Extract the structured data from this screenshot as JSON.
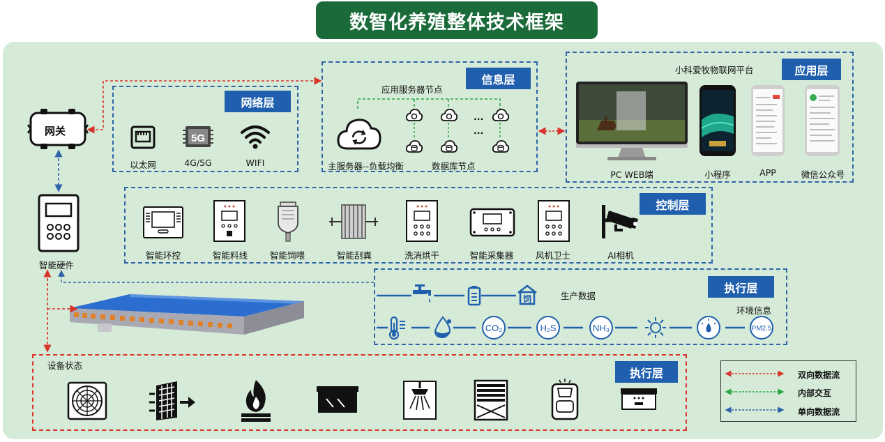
{
  "title": "数智化养殖整体技术框架",
  "gateway": {
    "label": "网关"
  },
  "smart_hardware": {
    "label": "智能硬件"
  },
  "network_layer": {
    "badge": "网络层",
    "items": [
      {
        "label": "以太网",
        "icon": "ethernet-icon"
      },
      {
        "label": "4G/5G",
        "icon": "5g-icon",
        "icon_text": "5G"
      },
      {
        "label": "WIFI",
        "icon": "wifi-icon"
      }
    ]
  },
  "info_layer": {
    "badge": "信息层",
    "app_nodes_label": "应用服务器节点",
    "main_server_label": "主服务器--负载均衡",
    "db_nodes_label": "数据库节点",
    "ellipsis": "..."
  },
  "app_layer": {
    "badge": "应用层",
    "platform_name": "小科爱牧物联网平台",
    "clients": [
      {
        "label": "PC WEB端",
        "icon": "monitor-icon"
      },
      {
        "label": "小程序",
        "icon": "phone-icon"
      },
      {
        "label": "APP",
        "icon": "phone-icon"
      },
      {
        "label": "微信公众号",
        "icon": "phone-icon"
      }
    ]
  },
  "control_layer": {
    "badge": "控制层",
    "items": [
      {
        "label": "智能环控"
      },
      {
        "label": "智能料线"
      },
      {
        "label": "智能饲喂"
      },
      {
        "label": "智能刮粪"
      },
      {
        "label": "洗消烘干"
      },
      {
        "label": "智能采集器"
      },
      {
        "label": "风机卫士"
      },
      {
        "label": "AI相机"
      }
    ]
  },
  "exec_layer_top": {
    "badge": "执行层",
    "production_label": "生产数据",
    "environment_label": "环境信息",
    "feed_glyph": "饲",
    "sensors": [
      {
        "icon": "thermometer-icon"
      },
      {
        "icon": "humidity-icon"
      },
      {
        "icon": "co2-icon",
        "text": "CO₂"
      },
      {
        "icon": "h2s-icon",
        "text": "H₂S"
      },
      {
        "icon": "nh3-icon",
        "text": "NH₃"
      },
      {
        "icon": "light-icon"
      },
      {
        "icon": "pressure-icon"
      },
      {
        "icon": "pm25-icon",
        "text": "PM2.5"
      }
    ]
  },
  "exec_layer_bottom": {
    "badge": "执行层",
    "status_label": "设备状态",
    "devices": [
      {
        "icon": "fan-icon"
      },
      {
        "icon": "wet-curtain-icon"
      },
      {
        "icon": "heater-flame-icon"
      },
      {
        "icon": "window-icon"
      },
      {
        "icon": "sprinkler-icon"
      },
      {
        "icon": "shutter-icon"
      },
      {
        "icon": "light-trap-icon"
      },
      {
        "icon": "feeder-icon"
      }
    ]
  },
  "legend": {
    "items": [
      {
        "label": "双向数据流",
        "color": "#d9342b"
      },
      {
        "label": "内部交互",
        "color": "#28a745"
      },
      {
        "label": "单向数据流",
        "color": "#2e63a8"
      }
    ]
  }
}
